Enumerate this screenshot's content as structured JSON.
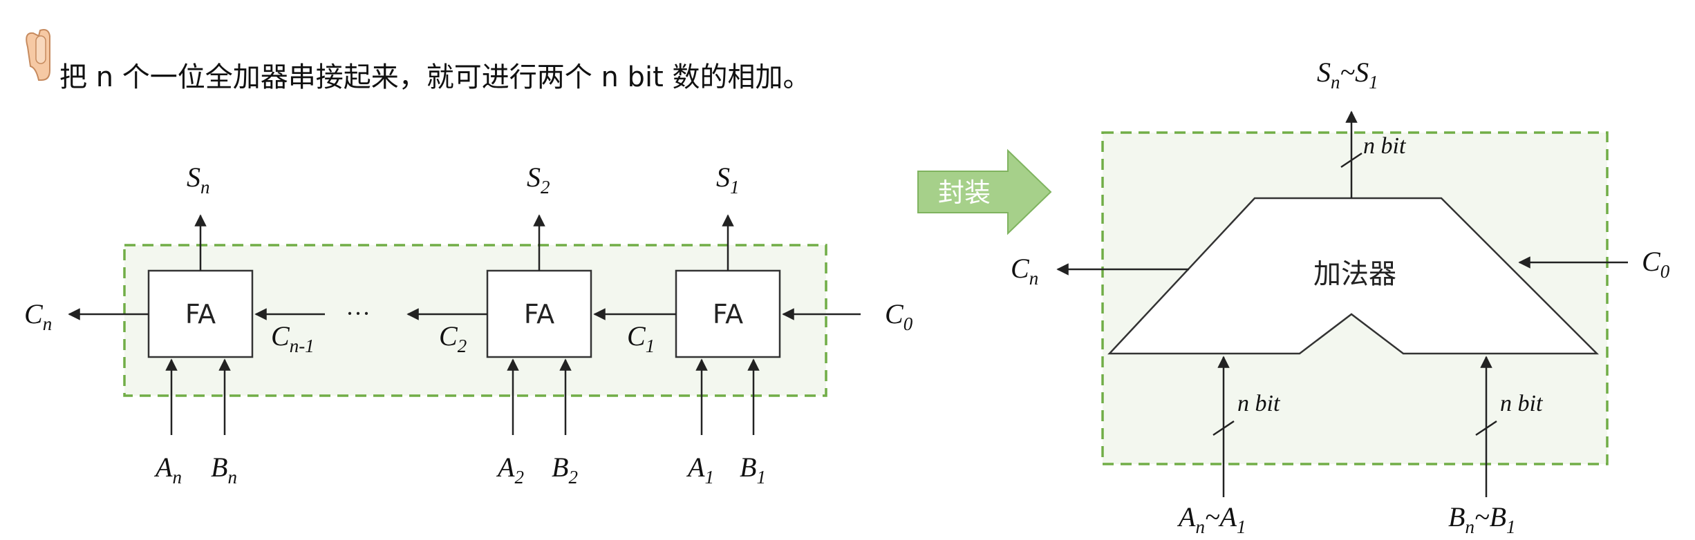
{
  "intro": {
    "pointer_icon": "pointing-hand-icon",
    "text": "把 n 个一位全加器串接起来，就可进行两个 n bit 数的相加。"
  },
  "left_diagram": {
    "adders": [
      {
        "label": "FA",
        "sum": "S",
        "sum_sub": "n",
        "a": "A",
        "a_sub": "n",
        "b": "B",
        "b_sub": "n"
      },
      {
        "label": "FA",
        "sum": "S",
        "sum_sub": "2",
        "a": "A",
        "a_sub": "2",
        "b": "B",
        "b_sub": "2"
      },
      {
        "label": "FA",
        "sum": "S",
        "sum_sub": "1",
        "a": "A",
        "a_sub": "1",
        "b": "B",
        "b_sub": "1"
      }
    ],
    "carries": {
      "cn": {
        "main": "C",
        "sub": "n"
      },
      "cn_1": {
        "main": "C",
        "sub": "n-1"
      },
      "c2": {
        "main": "C",
        "sub": "2"
      },
      "c1": {
        "main": "C",
        "sub": "1"
      },
      "c0": {
        "main": "C",
        "sub": "0"
      }
    },
    "ellipsis": "···"
  },
  "transition": {
    "label": "封装",
    "color": "#a6d08a"
  },
  "right_diagram": {
    "block_label": "加法器",
    "output": {
      "main": "S",
      "sub1": "n",
      "tilde": "~S",
      "sub2": "1"
    },
    "input_a": {
      "main": "A",
      "sub1": "n",
      "tilde": "~A",
      "sub2": "1"
    },
    "input_b": {
      "main": "B",
      "sub1": "n",
      "tilde": "~B",
      "sub2": "1"
    },
    "carry_out": {
      "main": "C",
      "sub": "n"
    },
    "carry_in": {
      "main": "C",
      "sub": "0"
    },
    "bus_width": "n bit"
  },
  "colors": {
    "dashed_border": "#71ad47",
    "panel_fill": "#f3f7ef",
    "line": "#222222"
  }
}
